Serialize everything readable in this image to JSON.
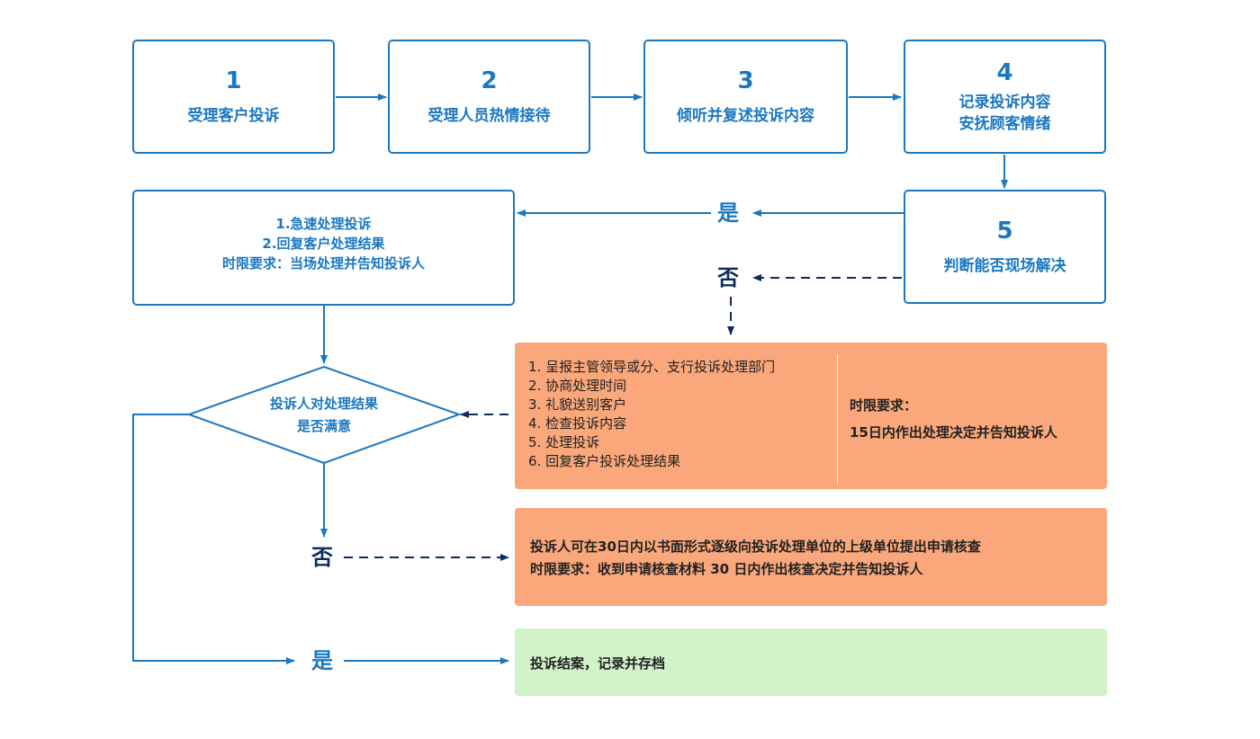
{
  "steps": [
    {
      "num": "1",
      "label": "受理客户投诉"
    },
    {
      "num": "2",
      "label": "受理人员热情接待"
    },
    {
      "num": "3",
      "label": "倾听并复述投诉内容"
    },
    {
      "num": "4",
      "label_lines": [
        "记录投诉内容",
        "安抚顾客情绪"
      ]
    },
    {
      "num": "5",
      "label": "判断能否现场解决"
    }
  ],
  "quick_handle": {
    "lines": [
      "1.急速处理投诉",
      "2.回复客户处理结果",
      "时限要求：当场处理并告知投诉人"
    ]
  },
  "decision": {
    "lines": [
      "投诉人对处理结果",
      "是否满意"
    ]
  },
  "labels": {
    "yes": "是",
    "no": "否"
  },
  "escalation": {
    "items": [
      "1. 呈报主管领导或分、支行投诉处理部门",
      "2. 协商处理时间",
      "3. 礼貌送别客户",
      "4. 检查投诉内容",
      "5. 处理投诉",
      "6. 回复客户投诉处理结果"
    ],
    "time_title": "时限要求：",
    "time_text": "15日内作出处理决定并告知投诉人"
  },
  "review": {
    "line1": "投诉人可在30日内以书面形式逐级向投诉处理单位的上级单位提出申请核查",
    "line2": "时限要求：收到申请核查材料  30  日内作出核查决定并告知投诉人"
  },
  "closure": {
    "text": "投诉结案，记录并存档"
  },
  "colors": {
    "blue": "#1a78c2",
    "navy": "#0d2c5e",
    "orange": "#f9a77b",
    "green": "#d2f2ca"
  }
}
